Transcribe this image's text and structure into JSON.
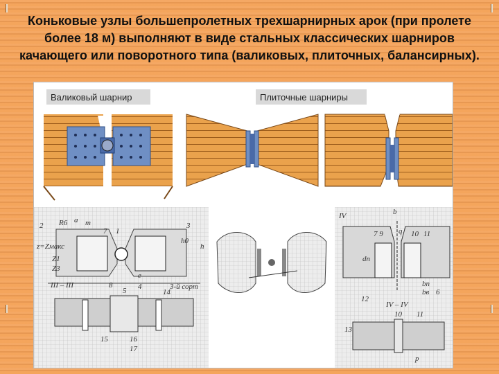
{
  "slide": {
    "title": "Коньковые узлы большепролетных трехшарнирных арок (при пролете более 18 м) выполняют в виде стальных классических шарниров качающего или поворотного типа (валиковых, плиточных, балансирных)."
  },
  "figure": {
    "label_left": "Валиковый шарнир",
    "label_right": "Плиточные шарниры",
    "drawing_labels": {
      "r6": "R6",
      "a": "a",
      "m": "m",
      "n7": "7",
      "n1": "1",
      "n2": "2",
      "z1": "z=Zмакс",
      "z2": "Z1",
      "z3": "Z3",
      "n8": "8",
      "h": "h",
      "h0": "h0",
      "n3": "3",
      "n4": "4",
      "e": "e",
      "sect": "III – III",
      "grade": "3-й сорт",
      "n15": "15",
      "n16": "16",
      "n17": "17",
      "n5": "5",
      "n14": "14",
      "iv": "IV",
      "b": "b",
      "n79": "7 9",
      "q": "q",
      "n10": "10",
      "n11": "11",
      "bp": "bп",
      "bb": "bв",
      "dp": "dп",
      "n12": "12",
      "ivsec": "IV – IV",
      "n13": "13",
      "n6": "6",
      "n10b": "10",
      "n11b": "11",
      "p": "р"
    }
  },
  "colors": {
    "background": "#f4a35a",
    "timber": "#e9a24a",
    "steel": "#6f8fc4",
    "label_bg": "#d9d9d9"
  }
}
